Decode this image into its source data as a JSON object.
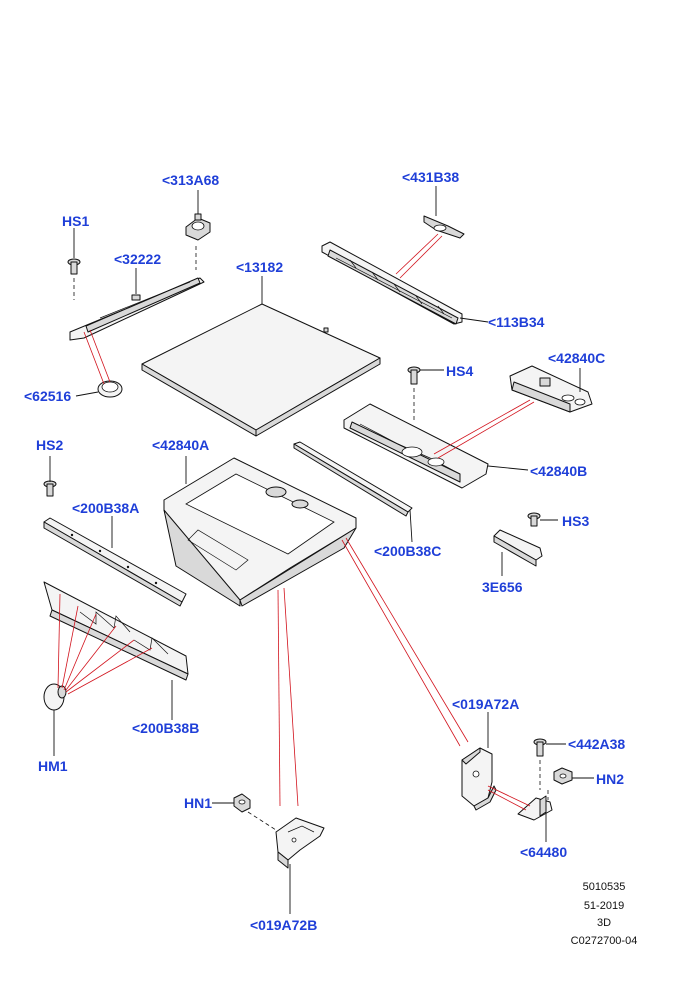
{
  "callouts": {
    "c313A68": "<313A68",
    "c431B38": "<431B38",
    "cHS1": "HS1",
    "c32222": "<32222",
    "c13182": "<13182",
    "c113B34": "<113B34",
    "c42840C": "<42840C",
    "cHS4": "HS4",
    "c62516": "<62516",
    "cHS2": "HS2",
    "c42840A": "<42840A",
    "c42840B": "<42840B",
    "c200B38A": "<200B38A",
    "cHS3": "HS3",
    "c200B38C": "<200B38C",
    "c3E656": "3E656",
    "c200B38B": "<200B38B",
    "cHM1": "HM1",
    "c019A72A": "<019A72A",
    "c442A38": "<442A38",
    "cHN2": "HN2",
    "cHN1": "HN1",
    "c64480": "<64480",
    "c019A72B": "<019A72B"
  },
  "footer": {
    "line1": "5010535",
    "line2": "51-2019",
    "line3": "3D",
    "line4": "C0272700-04"
  }
}
